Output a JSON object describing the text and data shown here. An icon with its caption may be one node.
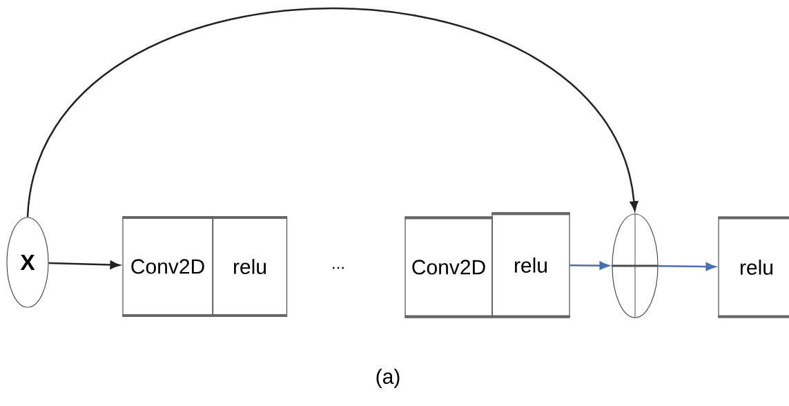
{
  "diagram": {
    "caption": "(a)",
    "nodes": [
      {
        "text": [
          "X"
        ]
      },
      {
        "text": [
          "Conv2D"
        ]
      },
      {
        "text": [
          "relu"
        ]
      },
      {
        "text": [
          "Conv2D"
        ]
      },
      {
        "text": [
          "relu"
        ]
      },
      {
        "text": [],
        "shape": "circle"
      },
      {
        "text": [
          "relu"
        ]
      }
    ],
    "edges": [
      {
        "from": 0,
        "to": 1,
        "arrow": "to",
        "color": "#222222"
      },
      {
        "from": 4,
        "to": 5,
        "arrow": "to",
        "color": "#4a6fb5"
      },
      {
        "from": 5,
        "to": 6,
        "arrow": "to",
        "color": "#4a6fb5"
      },
      {
        "from": 0,
        "to": 5,
        "arrow": "to",
        "color": "#222222"
      }
    ],
    "labels": [
      "..."
    ]
  }
}
